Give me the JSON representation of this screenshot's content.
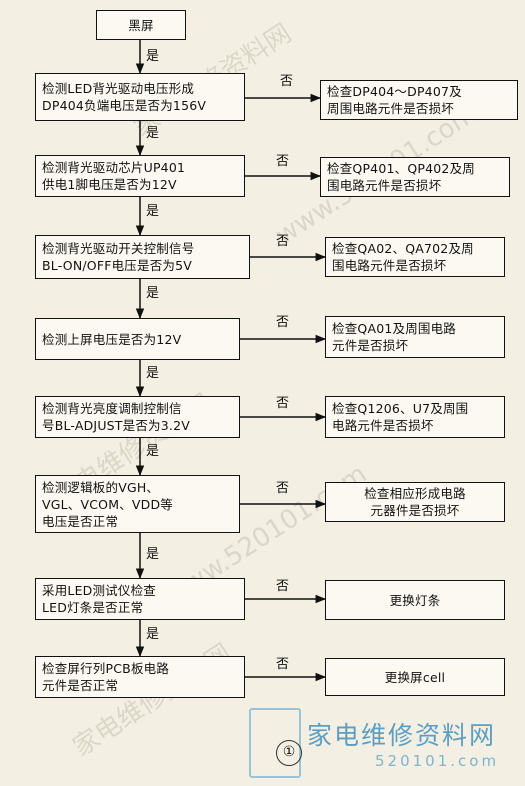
{
  "flow": {
    "start": "黑屏",
    "steps": [
      {
        "check": [
          "检测LED背光驱动电压形成",
          "DP404负端电压是否为156V"
        ],
        "no_action": [
          "检查DP404～DP407及",
          "周围电路元件是否损坏"
        ]
      },
      {
        "check": [
          "检测背光驱动芯片UP401",
          "供电1脚电压是否为12V"
        ],
        "no_action": [
          "检查QP401、QP402及周",
          "围电路元件是否损坏"
        ]
      },
      {
        "check": [
          "检测背光驱动开关控制信号",
          "BL-ON/OFF电压是否为5V"
        ],
        "no_action": [
          "检查QA02、QA702及周",
          "围电路元件是否损坏"
        ]
      },
      {
        "check": [
          "检测上屏电压是否为12V"
        ],
        "no_action": [
          "检查QA01及周围电路",
          "元件是否损坏"
        ]
      },
      {
        "check": [
          "检测背光亮度调制控制信",
          "号BL-ADJUST是否为3.2V"
        ],
        "no_action": [
          "检查Q1206、U7及周围",
          "电路元件是否损坏"
        ]
      },
      {
        "check": [
          "检测逻辑板的VGH、",
          "VGL、VCOM、VDD等",
          "电压是否正常"
        ],
        "no_action": [
          "检查相应形成电路",
          "元器件是否损坏"
        ]
      },
      {
        "check": [
          "采用LED测试仪检查",
          "LED灯条是否正常"
        ],
        "no_action": [
          "更换灯条"
        ]
      },
      {
        "check": [
          "检查屏行列PCB板电路",
          "元件是否正常"
        ],
        "no_action": [
          "更换屏cell"
        ]
      }
    ],
    "yes_label": "是",
    "no_label": "否"
  },
  "watermark": {
    "vertical_text": "家电维修资料网",
    "url_text": "www.520101.com"
  },
  "brand": {
    "name": "家电维修资料网",
    "url": "520101.com"
  },
  "page_number": "①"
}
